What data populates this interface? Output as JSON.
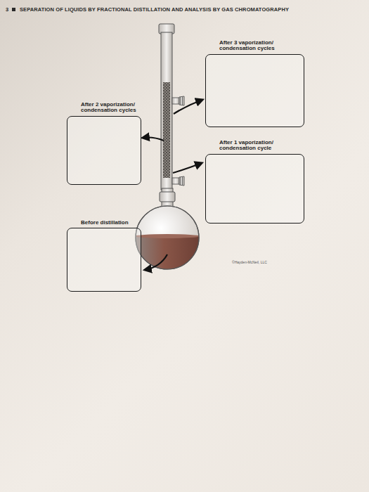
{
  "diagram": {
    "nodes": [
      {
        "text": [
          "After 3 vaporization/ condensation cycles"
        ]
      },
      {
        "text": [
          "After 2 vaporization/ condensation cycles"
        ]
      },
      {
        "text": [
          "After 1 vaporization/ condensation cycle"
        ]
      },
      {
        "text": [
          "Before distillation"
        ]
      }
    ],
    "labels": [
      "3",
      "SEPARATION OF LIQUIDS BY FRACTIONAL DISTILLATION AND ANALYSIS BY GAS CHROMATOGRAPHY",
      "©Hayden-McNeil, LLC"
    ]
  }
}
